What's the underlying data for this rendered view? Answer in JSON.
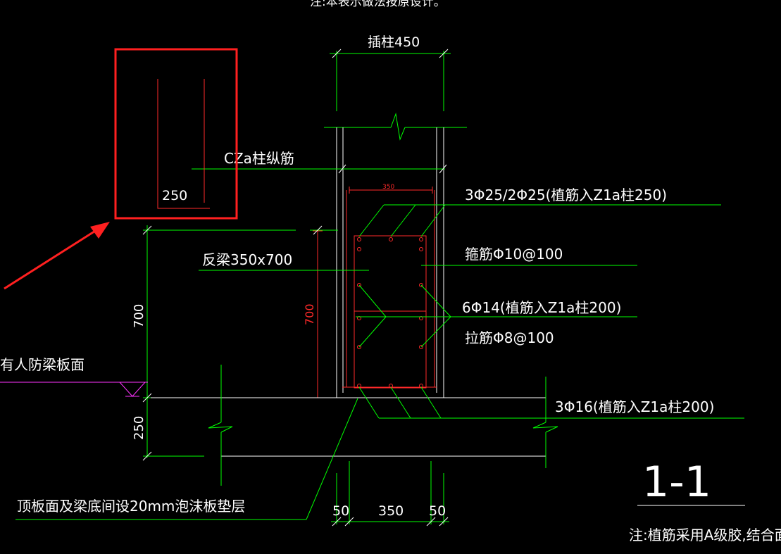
{
  "colors": {
    "background": "#000000",
    "text": "#ffffff",
    "dimension_lines": "#00ff00",
    "rebar": "#ff2a2a",
    "slab_marker": "#ff33ff",
    "highlight": "#ff2020"
  },
  "labels": {
    "top_note": "注:本表示做法按原设计。",
    "column_width": "插柱450",
    "column_rebar": "CZa柱纵筋",
    "hook_length": "250",
    "top_bars": "3Φ25/2Φ25(植筋入Z1a柱250)",
    "beam_size": "反梁350x700",
    "stirrups": "箍筋Φ10@100",
    "side_bars": "6Φ14(植筋入Z1a柱200)",
    "tie_bars": "拉筋Φ8@100",
    "beam_depth": "700",
    "inner_depth": "700",
    "inner_width": "350",
    "slab_level": "有人防梁板面",
    "slab_thickness": "250",
    "bottom_bars": "3Φ16(植筋入Z1a柱200)",
    "foam_note": "顶板面及梁底间设20mm泡沫板垫层",
    "dim_left": "50",
    "dim_mid": "350",
    "dim_right": "50",
    "section_label": "1-1",
    "bottom_note": "注:植筋采用A级胶,结合面打毛"
  }
}
